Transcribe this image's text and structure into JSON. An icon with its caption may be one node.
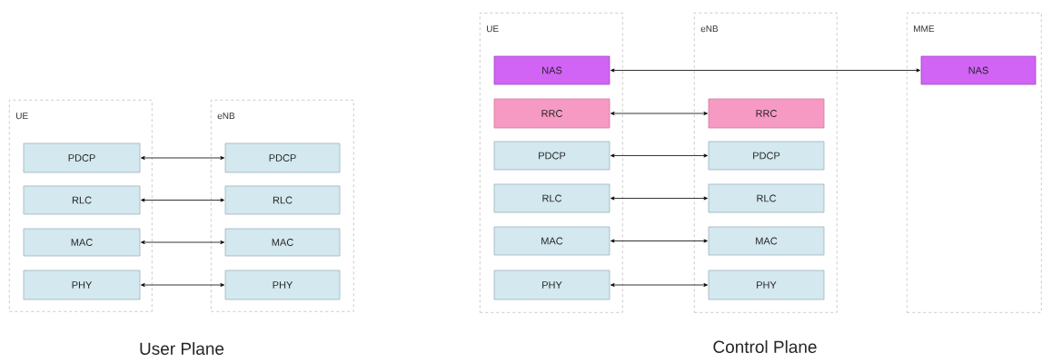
{
  "diagram": {
    "nodes": [
      {
        "text": [
          "UE"
        ]
      },
      {
        "text": [
          "PDCP"
        ],
        "in": 0
      },
      {
        "text": [
          "RLC"
        ],
        "in": 0
      },
      {
        "text": [
          "MAC"
        ],
        "in": 0
      },
      {
        "text": [
          "PHY"
        ],
        "in": 0
      },
      {
        "text": [
          "eNB"
        ]
      },
      {
        "text": [
          "PDCP"
        ],
        "in": 5
      },
      {
        "text": [
          "RLC"
        ],
        "in": 5
      },
      {
        "text": [
          "MAC"
        ],
        "in": 5
      },
      {
        "text": [
          "PHY"
        ],
        "in": 5
      },
      {
        "text": [
          "UE"
        ]
      },
      {
        "text": [
          "NAS"
        ],
        "in": 10
      },
      {
        "text": [
          "RRC"
        ],
        "in": 10
      },
      {
        "text": [
          "PDCP"
        ],
        "in": 10
      },
      {
        "text": [
          "RLC"
        ],
        "in": 10
      },
      {
        "text": [
          "MAC"
        ],
        "in": 10
      },
      {
        "text": [
          "PHY"
        ],
        "in": 10
      },
      {
        "text": [
          "eNB"
        ]
      },
      {
        "text": [
          "RRC"
        ],
        "in": 17
      },
      {
        "text": [
          "PDCP"
        ],
        "in": 17
      },
      {
        "text": [
          "RLC"
        ],
        "in": 17
      },
      {
        "text": [
          "MAC"
        ],
        "in": 17
      },
      {
        "text": [
          "PHY"
        ],
        "in": 17
      },
      {
        "text": [
          "MME"
        ]
      },
      {
        "text": [
          "NAS"
        ],
        "in": 23
      }
    ],
    "edges": [
      {
        "from": 1,
        "to": 6,
        "arrow": "both"
      },
      {
        "from": 2,
        "to": 7,
        "arrow": "both"
      },
      {
        "from": 3,
        "to": 8,
        "arrow": "both"
      },
      {
        "from": 4,
        "to": 9,
        "arrow": "both"
      },
      {
        "from": 11,
        "to": 24,
        "arrow": "both"
      },
      {
        "from": 12,
        "to": 18,
        "arrow": "both"
      },
      {
        "from": 13,
        "to": 19,
        "arrow": "both"
      },
      {
        "from": 14,
        "to": 20,
        "arrow": "both"
      },
      {
        "from": 15,
        "to": 21,
        "arrow": "both"
      },
      {
        "from": 16,
        "to": 22,
        "arrow": "both"
      }
    ],
    "labels": [
      "User Plane",
      "Control Plane"
    ]
  }
}
